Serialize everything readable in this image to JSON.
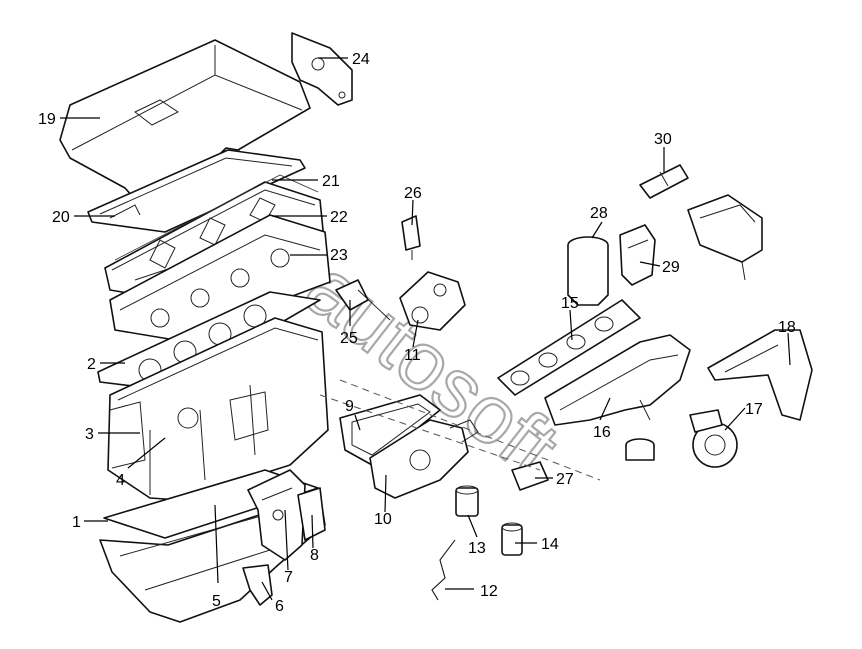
{
  "watermark": "autosoft",
  "callouts": [
    {
      "id": "1",
      "label": "1"
    },
    {
      "id": "2",
      "label": "2"
    },
    {
      "id": "3",
      "label": "3"
    },
    {
      "id": "4",
      "label": "4"
    },
    {
      "id": "5",
      "label": "5"
    },
    {
      "id": "6",
      "label": "6"
    },
    {
      "id": "7",
      "label": "7"
    },
    {
      "id": "8",
      "label": "8"
    },
    {
      "id": "9",
      "label": "9"
    },
    {
      "id": "10",
      "label": "10"
    },
    {
      "id": "11",
      "label": "11"
    },
    {
      "id": "12",
      "label": "12"
    },
    {
      "id": "13",
      "label": "13"
    },
    {
      "id": "14",
      "label": "14"
    },
    {
      "id": "15",
      "label": "15"
    },
    {
      "id": "16",
      "label": "16"
    },
    {
      "id": "17",
      "label": "17"
    },
    {
      "id": "18",
      "label": "18"
    },
    {
      "id": "19",
      "label": "19"
    },
    {
      "id": "20",
      "label": "20"
    },
    {
      "id": "21",
      "label": "21"
    },
    {
      "id": "22",
      "label": "22"
    },
    {
      "id": "23",
      "label": "23"
    },
    {
      "id": "24",
      "label": "24"
    },
    {
      "id": "25",
      "label": "25"
    },
    {
      "id": "26",
      "label": "26"
    },
    {
      "id": "27",
      "label": "27"
    },
    {
      "id": "28",
      "label": "28"
    },
    {
      "id": "29",
      "label": "29"
    },
    {
      "id": "30",
      "label": "30"
    }
  ]
}
